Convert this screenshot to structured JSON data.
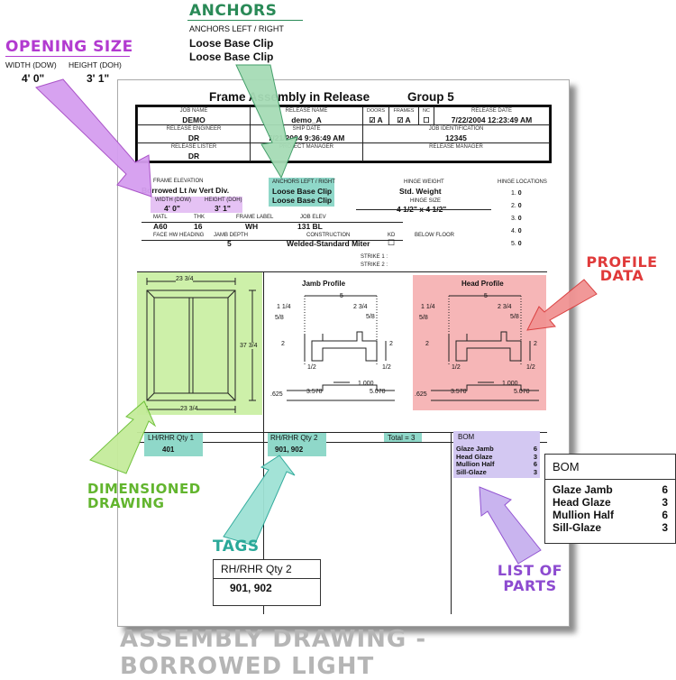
{
  "callouts": {
    "anchors": {
      "title": "ANCHORS",
      "sub": "ANCHORS LEFT / RIGHT",
      "line1": "Loose Base Clip",
      "line2": "Loose Base Clip"
    },
    "opening": {
      "title": "OPENING SIZE",
      "width_label": "WIDTH (DOW)",
      "height_label": "HEIGHT (DOH)",
      "width_value": "4' 0\"",
      "height_value": "3' 1\""
    },
    "profile": {
      "line1": "PROFILE",
      "line2": "DATA"
    },
    "dimensioned": {
      "line1": "DIMENSIONED",
      "line2": "DRAWING"
    },
    "tags": {
      "title": "TAGS",
      "box_label": "RH/RHR  Qty 2",
      "box_value": "901, 902"
    },
    "parts": {
      "line1": "LIST OF",
      "line2": "PARTS"
    },
    "bom": {
      "title": "BOM",
      "items": [
        {
          "name": "Glaze Jamb",
          "qty": "6"
        },
        {
          "name": "Head Glaze",
          "qty": "3"
        },
        {
          "name": "Mullion Half",
          "qty": "6"
        },
        {
          "name": "Sill-Glaze",
          "qty": "3"
        }
      ]
    }
  },
  "sheet": {
    "title": "Frame Assembly in Release",
    "group": "Group 5",
    "header": {
      "job_name_label": "JOB NAME",
      "job_name": "DEMO",
      "release_name_label": "RELEASE NAME",
      "release_name": "demo_A",
      "doors_label": "DOORS",
      "frames_label": "FRAMES",
      "nc_label": "NC",
      "doors_value": "A",
      "frames_value": "A",
      "release_date_label": "RELEASE DATE",
      "release_date": "7/22/2004 12:23:49 AM",
      "release_engineer_label": "RELEASE ENGINEER",
      "release_engineer": "DR",
      "ship_date_label": "SHIP DATE",
      "ship_date": "7/21/2004 9:36:49 AM",
      "job_id_label": "JOB IDENTIFICATION",
      "job_id": "12345",
      "release_lister_label": "RELEASE LISTER",
      "release_lister": "DR",
      "project_manager_label": "PROJECT MANAGER",
      "release_manager_label": "RELEASE MANAGER"
    },
    "frame": {
      "elevation_label": "FRAME ELEVATION",
      "elevation": "Borrowed Lt /w Vert Div.",
      "width_label": "WIDTH (DOW)",
      "width": "4' 0\"",
      "height_label": "HEIGHT (DOH)",
      "height": "3' 1\"",
      "anchors_label": "ANCHORS LEFT / RIGHT",
      "anchor1": "Loose Base Clip",
      "anchor2": "Loose Base Clip",
      "hinge_weight_label": "HINGE WEIGHT",
      "hinge_weight": "Std. Weight",
      "hinge_size_label": "HINGE SIZE",
      "hinge_size": "4 1/2\" x 4 1/2\"",
      "hinge_locations_label": "HINGE LOCATIONS",
      "hinge_locations": [
        {
          "n": "1.",
          "v": "0"
        },
        {
          "n": "2.",
          "v": "0"
        },
        {
          "n": "3.",
          "v": "0"
        },
        {
          "n": "4.",
          "v": "0"
        },
        {
          "n": "5.",
          "v": "0"
        }
      ],
      "matl_label": "MATL",
      "matl": "A60",
      "thk_label": "THK",
      "thk": "16",
      "frame_label_label": "FRAME LABEL",
      "frame_label": "WH",
      "job_elev_label": "JOB ELEV",
      "job_elev": "131 BL",
      "face_hw_label": "FACE HW HEADING",
      "jamb_depth_label": "JAMB DEPTH",
      "jamb_depth": "5",
      "construction_label": "CONSTRUCTION",
      "construction": "Welded-Standard Miter",
      "kd_label": "KD",
      "below_floor_label": "BELOW FLOOR",
      "strike1": "STRIKE 1 :",
      "strike2": "STRIKE 2 :"
    },
    "drawing": {
      "top_dim": "23 3/4",
      "side_dim": "37 3/4",
      "bottom_dim": "23 3/4"
    },
    "jamb_profile": {
      "title": "Jamb Profile",
      "d5": "5",
      "d114": "1 1/4",
      "d234": "2 3/4",
      "d58a": "5/8",
      "d58b": "5/8",
      "d2a": "2",
      "d2b": "2",
      "d12a": "1/2",
      "d12b": "1/2",
      "d1000": "1.000",
      "d625": ".625",
      "d3570": "3.570",
      "d5070": "5.070"
    },
    "head_profile": {
      "title": "Head Profile",
      "d5": "5",
      "d114": "1 1/4",
      "d234": "2 3/4",
      "d58a": "5/8",
      "d58b": "5/8",
      "d2a": "2",
      "d2b": "2",
      "d12a": "1/2",
      "d12b": "1/2",
      "d1000": "1.000",
      "d625": ".625",
      "d3570": "3.570",
      "d5070": "5.070"
    },
    "tags_row": {
      "lh_label": "LH/RHR  Qty 1",
      "lh_value": "401",
      "rh_label": "RH/RHR  Qty 2",
      "rh_value": "901, 902",
      "total": "Total = 3",
      "bom_label": "BOM",
      "bom_items": [
        {
          "name": "Glaze Jamb",
          "qty": "6"
        },
        {
          "name": "Head Glaze",
          "qty": "3"
        },
        {
          "name": "Mullion Half",
          "qty": "6"
        },
        {
          "name": "Sill-Glaze",
          "qty": "3"
        }
      ]
    }
  },
  "footer": {
    "line1": "ASSEMBLY DRAWING -",
    "line2": "BORROWED LIGHT"
  },
  "colors": {
    "anchors": "#2a8a57",
    "opening": "#b23ad0",
    "profile": "#e03a3a",
    "dimensioned": "#62b52e",
    "tags": "#2aa899",
    "parts": "#8d4bd0",
    "footer": "#b5b5b5"
  }
}
